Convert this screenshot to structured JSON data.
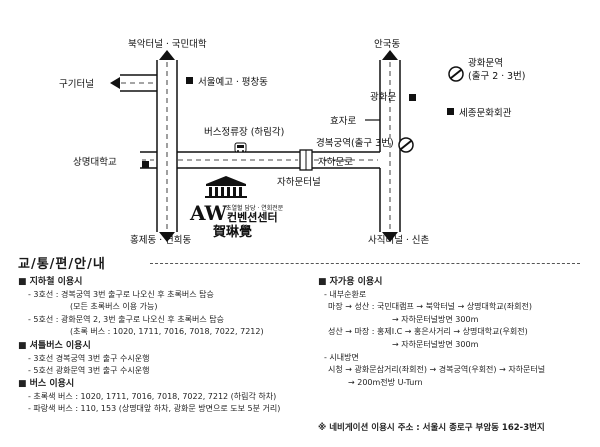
{
  "map": {
    "labels": {
      "north_left": "북악터널ㆍ국민대학",
      "north_right": "안국동",
      "west_top": "구기터널",
      "seoul_arts": "서울예고ㆍ평창동",
      "gwanghwamun_station": "광화문역",
      "gwanghwamun_exit": "(출구 2ㆍ3번)",
      "gwanghwamun": "광화문",
      "sejong": "세종문화회관",
      "hyojaro": "효자로",
      "bus_stop": "버스정류장 (하림각)",
      "gyeongbok_station": "경복궁역(출구 3번)",
      "sangmyung": "상명대학교",
      "jahamun_ro": "자하문로",
      "jahamun_tunnel": "자하문터널",
      "hongje": "홍제동ㆍ연희동",
      "sajik": "사직터널ㆍ신촌"
    },
    "logo": {
      "aw": "AW",
      "name": "컨벤션센터",
      "tagline": "초열혈 담당 · 연회전문",
      "hanja": "賀琳覺"
    }
  },
  "title": "교/통/편/안/내",
  "subway": {
    "header": "■ 지하철 이용시",
    "lines": [
      "- 3호선 : 경복궁역 3번 출구로 나오신 후 초록버스 탑승",
      "(모든 초록버스 이용 가능)",
      "- 5호선 : 광화문역 2, 3번 출구로 나오신 후 초록버스 탑승",
      "(초록 버스 : 1020, 1711, 7016, 7018, 7022, 7212)"
    ]
  },
  "shuttle": {
    "header": "■ 셔틀버스 이용시",
    "lines": [
      "- 3호선 경복궁역 3번 출구 수시운행",
      "- 5호선 광화문역 3번 출구 수시운행"
    ]
  },
  "bus": {
    "header": "■ 버스 이용시",
    "lines": [
      "- 초록색 버스 : 1020, 1711, 7016, 7018, 7022, 7212 (하림각 하차)",
      "- 파랑색 버스 : 110, 153 (상명대앞 하차, 광화문 방면으로 도보 5분 거리)"
    ]
  },
  "car": {
    "header": "■ 자가용 이용시",
    "lines": [
      "- 내부순환로",
      "마장 → 성산 : 국민대램프 → 북악터널 → 상명대학교(좌회전)",
      "→ 자하문터널방면 300m",
      "성산 → 마장 : 홍제I.C → 홍은사거리 → 상명대학교(우회전)",
      "→ 자하문터널방면 300m",
      "- 시내방면",
      "시청 → 광화문삼거리(좌회전) → 경복궁역(우회전) → 자하문터널",
      "→ 200m전방 U-Turn"
    ]
  },
  "navigation": "※ 네비게이션 이용시 주소 : 서울시 종로구 부암동 162-3번지"
}
